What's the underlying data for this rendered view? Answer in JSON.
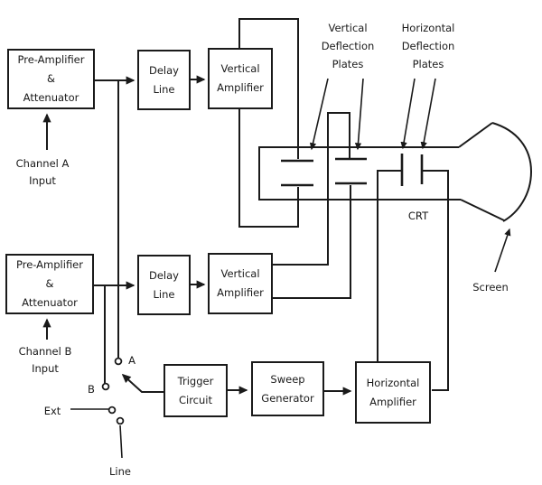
{
  "colors": {
    "stroke": "#1a1a1a",
    "background": "#ffffff",
    "text": "#1a1a1a"
  },
  "blocks": {
    "preamp_a": {
      "lines": [
        "Pre-Amplifier",
        "&",
        "Attenuator"
      ]
    },
    "delay_a": {
      "lines": [
        "Delay",
        "Line"
      ]
    },
    "vertical_amp_a": {
      "lines": [
        "Vertical",
        "Amplifier"
      ]
    },
    "preamp_b": {
      "lines": [
        "Pre-Amplifier",
        "&",
        "Attenuator"
      ]
    },
    "delay_b": {
      "lines": [
        "Delay",
        "Line"
      ]
    },
    "vertical_amp_b": {
      "lines": [
        "Vertical",
        "Amplifier"
      ]
    },
    "trigger": {
      "lines": [
        "Trigger",
        "Circuit"
      ]
    },
    "sweep": {
      "lines": [
        "Sweep",
        "Generator"
      ]
    },
    "horizontal_amp": {
      "lines": [
        "Horizontal",
        "Amplifier"
      ]
    }
  },
  "labels": {
    "channel_a": {
      "lines": [
        "Channel A",
        "Input"
      ]
    },
    "channel_b": {
      "lines": [
        "Channel B",
        "Input"
      ]
    },
    "vertical_plates": {
      "lines": [
        "Vertical",
        "Deflection",
        "Plates"
      ]
    },
    "horizontal_plates": {
      "lines": [
        "Horizontal",
        "Deflection",
        "Plates"
      ]
    },
    "crt": "CRT",
    "screen": "Screen",
    "contact_a": "A",
    "contact_b": "B",
    "contact_ext": "Ext",
    "contact_line": "Line"
  }
}
